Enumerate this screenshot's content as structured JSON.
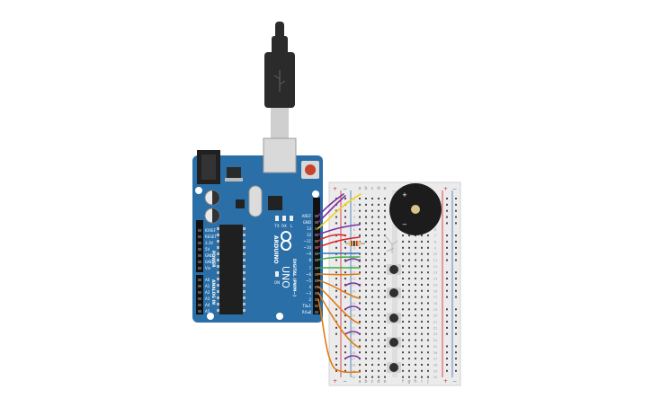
{
  "arduino": {
    "logo_text": "ARDUINO",
    "model": "UNO",
    "power_header_label": "POWER",
    "analog_header_label": "ANALOG IN",
    "digital_header_label": "DIGITAL (PWM~)",
    "tx_label": "TX",
    "rx_label": "RX",
    "l_label": "L",
    "on_label": "ON",
    "power_pins": [
      "IOREF",
      "RESET",
      "3.3V",
      "5V",
      "GND",
      "GND",
      "Vin"
    ],
    "analog_pins": [
      "A0",
      "A1",
      "A2",
      "A3",
      "A4",
      "A5"
    ],
    "digital_pins": [
      "AREF",
      "GND",
      "13",
      "12",
      "~11",
      "~10",
      "~9",
      "8",
      "7",
      "~6",
      "~5",
      "4",
      "~3",
      "2",
      "TX▸1",
      "RX◂0"
    ],
    "board_color": "#2a6fa8",
    "pin_label_color": "#ffffff"
  },
  "usb_cable": {
    "plug_color": "#2b2b2b",
    "connector_color": "#cfcfcf"
  },
  "breadboard": {
    "column_letters_left": [
      "a",
      "b",
      "c",
      "d",
      "e"
    ],
    "column_letters_right": [
      "f",
      "g",
      "h",
      "i",
      "j"
    ],
    "row_numbers": [
      "1",
      "2",
      "3",
      "4",
      "5",
      "6",
      "7",
      "8",
      "9",
      "10",
      "11",
      "12",
      "13",
      "14",
      "15",
      "16",
      "17",
      "18",
      "19",
      "20",
      "21",
      "22",
      "23",
      "24",
      "25",
      "26",
      "27",
      "28",
      "29",
      "30"
    ],
    "rail_plus": "+",
    "rail_minus": "−",
    "body_color": "#ebebeb"
  },
  "buzzer": {
    "plus_label": "+",
    "minus_label": "−",
    "body_color": "#1c1c1c",
    "center_color": "#d6c48a"
  },
  "buttons": {
    "count": 5,
    "cap_color": "#2f2f2f"
  },
  "wires": {
    "purple": "#7b2f9e",
    "yellow": "#f2d21b",
    "red": "#d8232a",
    "green": "#3fae49",
    "orange": "#e07b16",
    "black": "#222222",
    "blue": "#3173b8"
  }
}
